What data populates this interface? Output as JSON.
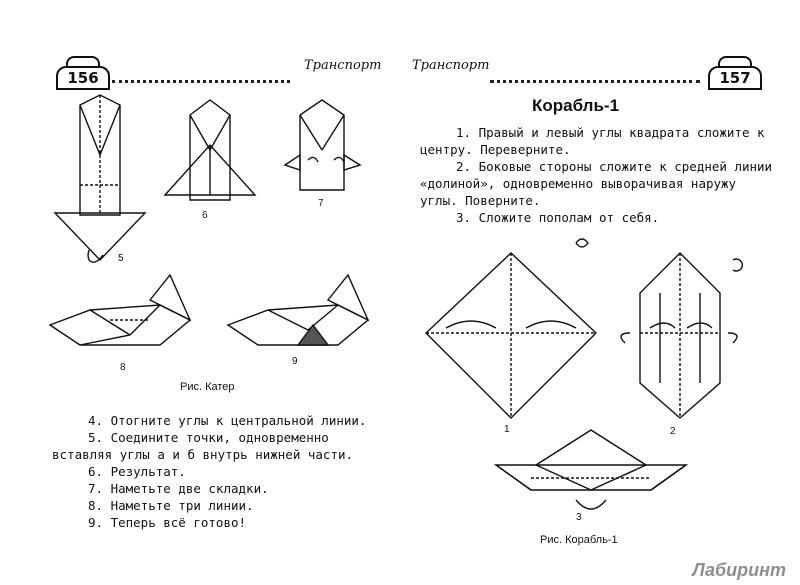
{
  "left_page": {
    "page_number": "156",
    "running_head": "Транспорт",
    "figure_labels": [
      "5",
      "6",
      "7",
      "8",
      "9"
    ],
    "caption": "Рис. Катер",
    "steps": [
      "4. Отогните углы к центральной линии.",
      "5. Соедините точки, одновременно вставляя углы а и б внутрь нижней части.",
      "6. Результат.",
      "7. Наметьте две складки.",
      "8. Наметьте три линии.",
      "9. Теперь всё готово!"
    ]
  },
  "right_page": {
    "page_number": "157",
    "running_head": "Транспорт",
    "title": "Корабль-1",
    "steps": [
      "1. Правый и левый углы квадрата сложите к центру. Переверните.",
      "2. Боковые стороны сложите к средней линии «долиной», одновременно выворачивая наружу углы. Поверните.",
      "3. Сложите пополам от себя."
    ],
    "figure_labels": [
      "1",
      "2",
      "3"
    ],
    "caption": "Рис. Корабль-1"
  },
  "watermark": "Лабиринт"
}
